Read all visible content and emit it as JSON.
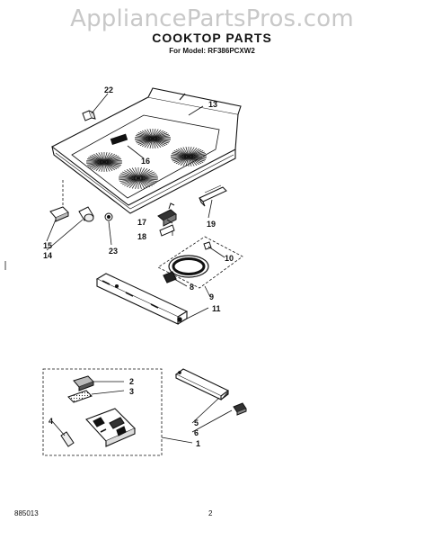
{
  "watermark": "AppliancePartsPros.com",
  "title": "COOKTOP PARTS",
  "subtitle": "For Model: RF386PCXW2",
  "footer": {
    "code": "885013",
    "page": "2"
  },
  "callouts": {
    "c22": "22",
    "c13": "13",
    "c16": "16",
    "c19": "19",
    "c17": "17",
    "c18": "18",
    "c23": "23",
    "c15": "15",
    "c14": "14",
    "c10": "10",
    "c8": "8",
    "c9": "9",
    "c11": "11",
    "c2": "2",
    "c3": "3",
    "c4": "4",
    "c5": "5",
    "c6": "6",
    "c1": "1"
  }
}
